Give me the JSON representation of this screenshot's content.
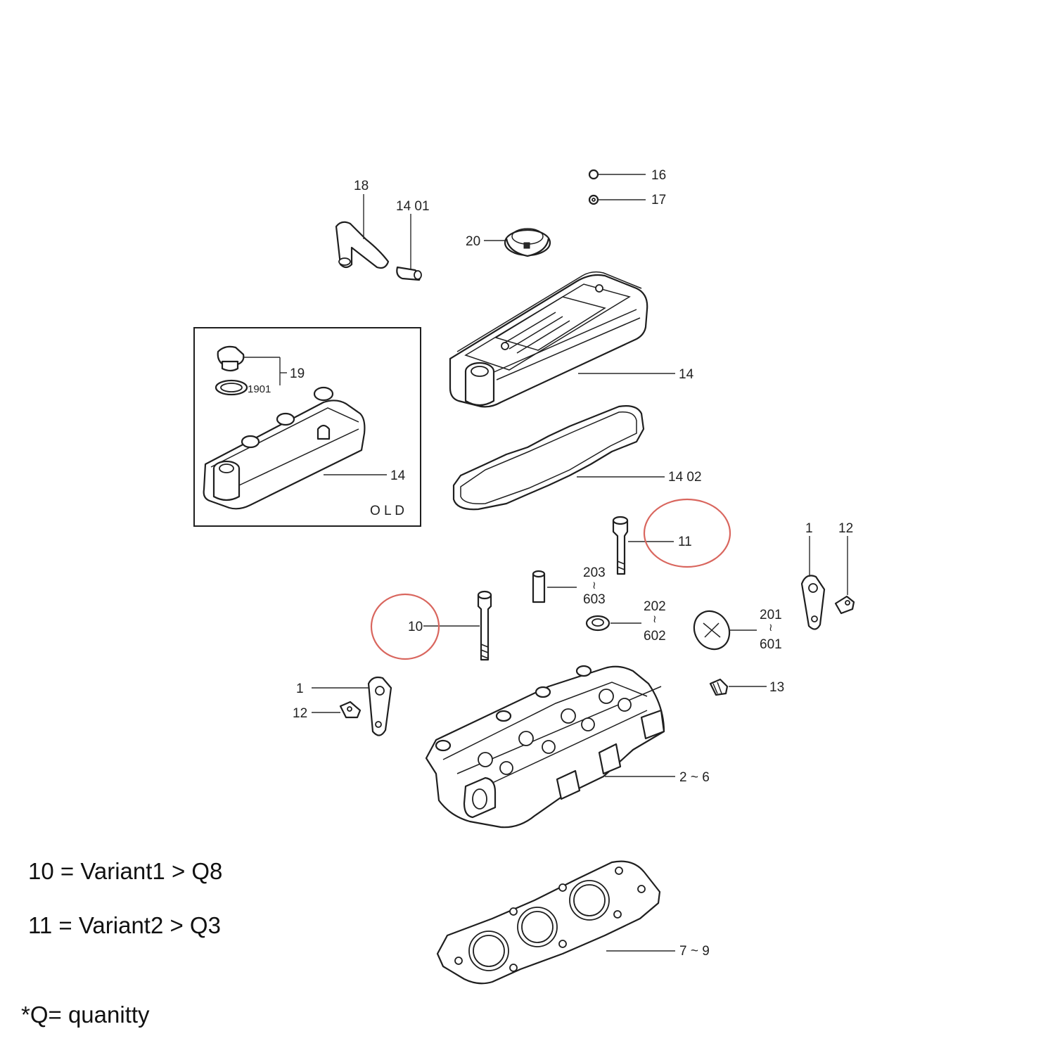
{
  "callouts": {
    "c18": "18",
    "c1401": "14 01",
    "c20": "20",
    "c16": "16",
    "c17": "17",
    "c14_main": "14",
    "c1402": "14 02",
    "c19": "19",
    "c1901": "1901",
    "c14_old": "14",
    "old_label": "O L D",
    "c11": "11",
    "c203": "203",
    "c603": "603",
    "c202": "202",
    "c602": "602",
    "c201": "201",
    "c601": "601",
    "c1_right": "1",
    "c12_right": "12",
    "c10": "10",
    "c1_left": "1",
    "c12_left": "12",
    "c13": "13",
    "c2_6": "2 ~ 6",
    "c7_9": "7 ~ 9",
    "tilde": "≀"
  },
  "notes": [
    "10 = Variant1 > Q8",
    "11 = Variant2 > Q3",
    "*Q= quanitty"
  ],
  "colors": {
    "highlight_circle": "#d9665e",
    "line": "#1f1f1f"
  }
}
